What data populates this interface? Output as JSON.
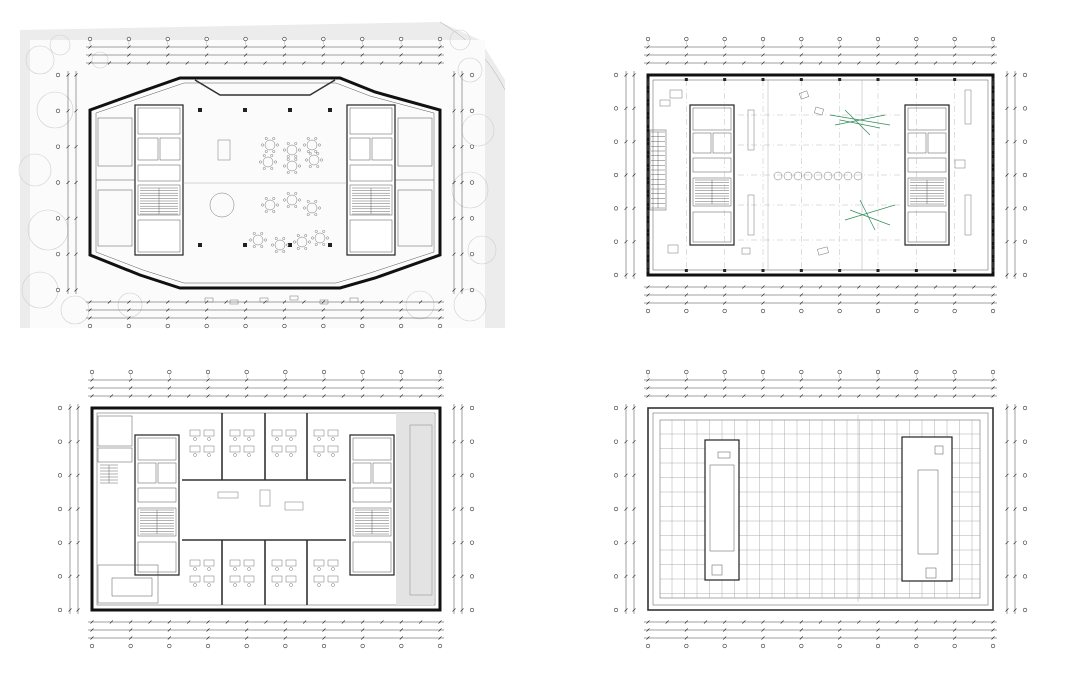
{
  "sheet": {
    "panels": [
      {
        "id": "ground-floor"
      },
      {
        "id": "upper-floor-open"
      },
      {
        "id": "office-floor"
      },
      {
        "id": "roof-plan"
      }
    ]
  },
  "colors": {
    "line": "#222222",
    "paper": "#ffffff",
    "site_grey": "#e6e6e6",
    "accent_green": "#2e8b57"
  },
  "icons": [
    "axis-bubble",
    "dimension-tick",
    "tree-outline",
    "stair-flight",
    "column"
  ]
}
